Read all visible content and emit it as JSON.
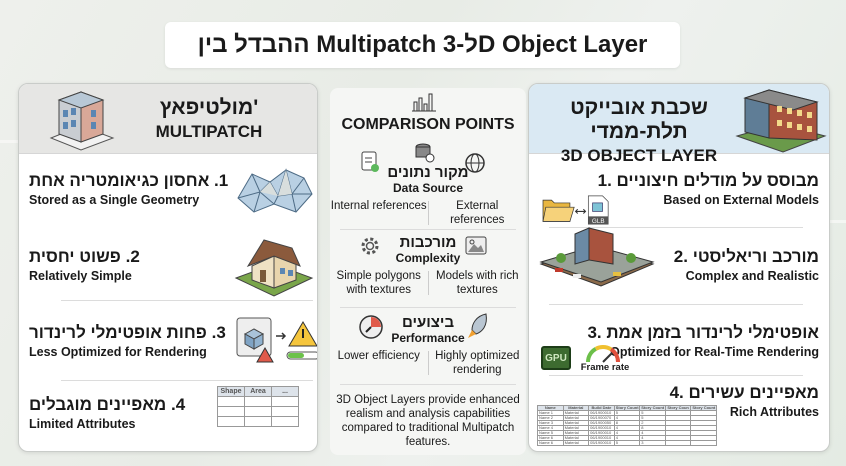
{
  "title": "ההבדל בין Multipatch ל-3D Object Layer",
  "multipatch": {
    "title_he": "מולטיפאץ'",
    "title_en": "MULTIPATCH",
    "items": [
      {
        "he": "1. אחסון כגיאומטריה אחת",
        "en": "Stored as a Single Geometry",
        "icon": "polygon-mesh-icon"
      },
      {
        "he": "2. פשוט יחסית",
        "en": "Relatively Simple",
        "icon": "simple-house-icon"
      },
      {
        "he": "3. פחות אופטימלי לרינדור",
        "en": "Less Optimized for Rendering",
        "icon": "warning-icon"
      },
      {
        "he": "4. מאפיינים מוגבלים",
        "en": "Limited Attributes",
        "icon": "attribute-table-icon"
      }
    ],
    "table_headers": [
      "Shape",
      "Area",
      "..."
    ]
  },
  "comparison": {
    "title": "COMPARISON POINTS",
    "sections": [
      {
        "he": "מקור נתונים",
        "en": "Data Source",
        "left": "Internal references",
        "right": "External references"
      },
      {
        "he": "מורכבות",
        "en": "Complexity",
        "left": "Simple polygons with textures",
        "right": "Models with rich textures"
      },
      {
        "he": "ביצועים",
        "en": "Performance",
        "left": "Lower efficiency",
        "right": "Highly optimized rendering"
      }
    ],
    "summary": "3D Object Layers provide enhanced realism and analysis capabilities compared to traditional Multipatch features."
  },
  "object_layer": {
    "title_he": "שכבת אובייקט תלת-ממדי",
    "title_en": "3D OBJECT LAYER",
    "items": [
      {
        "he": "1. מבוסס על מודלים חיצוניים",
        "en": "Based on External Models",
        "icon": "folder-glb-icon"
      },
      {
        "he": "2. מורכב וריאליסטי",
        "en": "Complex and Realistic",
        "icon": "realistic-building-icon"
      },
      {
        "he": "3. אופטימלי לרינדור בזמן אמת",
        "en": "Optimized for Real-Time Rendering",
        "icon": "gpu-icon"
      },
      {
        "he": "4. מאפיינים עשירים",
        "en": "Rich Attributes",
        "icon": "rich-table-icon"
      }
    ],
    "glb_label": "GLB",
    "gpu_label": "GPU",
    "frame_rate_label": "Frame rate",
    "table_headers": [
      "Name",
      "Material",
      "Build Date",
      "Story Count",
      "Story Count",
      "Story Coun",
      "Story Count"
    ],
    "table_rows": [
      [
        "Name 1",
        "Material",
        "06/1900010",
        "5",
        "5"
      ],
      [
        "Name 2",
        "Material",
        "06/1900070",
        "4",
        "5"
      ],
      [
        "Name 3",
        "Material",
        "06/1900050",
        "8",
        "2"
      ],
      [
        "Name 4",
        "Material",
        "06/1900010",
        "4",
        "8"
      ],
      [
        "Name 5",
        "Material",
        "06/1900010",
        "4",
        "4"
      ],
      [
        "Name 6",
        "Material",
        "06/1900010",
        "4",
        "4"
      ],
      [
        "Name 6",
        "Material",
        "05/1900010",
        "5",
        "3"
      ]
    ]
  }
}
